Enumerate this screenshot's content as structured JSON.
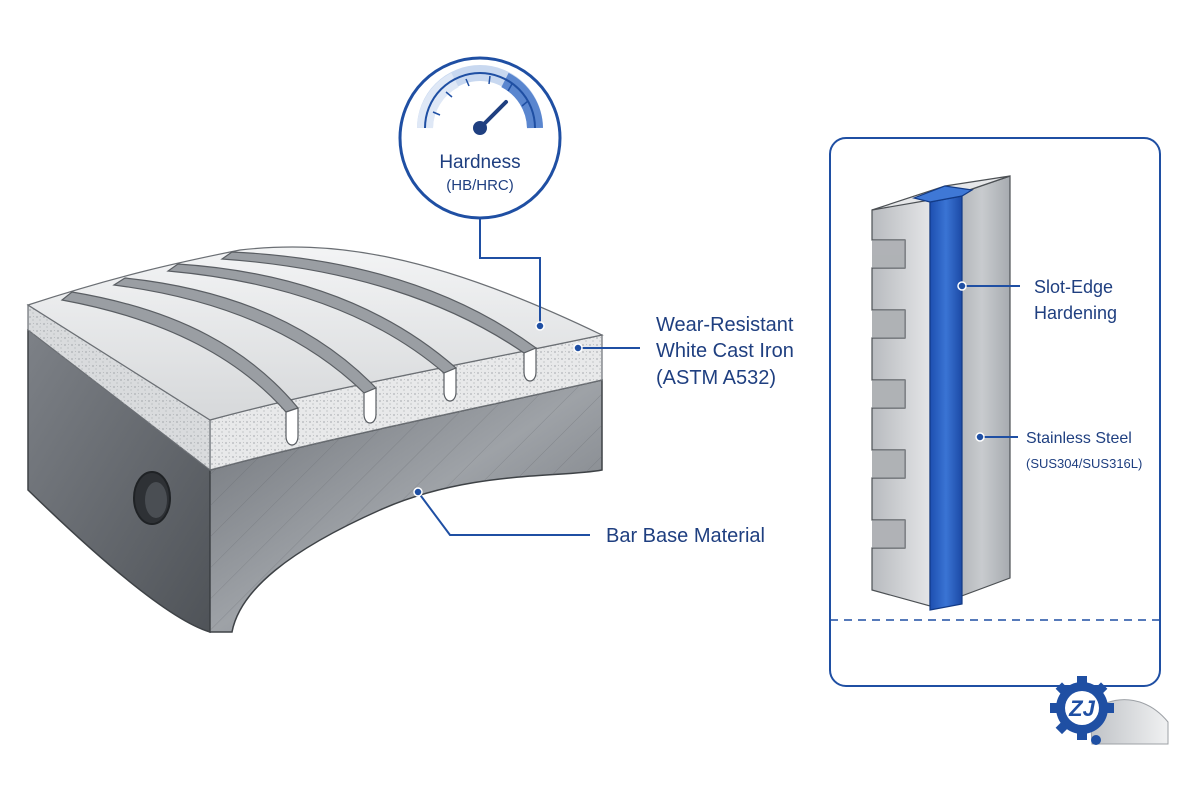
{
  "colors": {
    "accent": "#1f4fa3",
    "accent_light": "#8fb0e0",
    "blue_layer": "#2d62c4",
    "steel_dark": "#5d6066",
    "steel_mid": "#8c9096",
    "steel_light": "#c9ccd0",
    "iron_light": "#e9eaeb"
  },
  "hardness_gauge": {
    "title": "Hardness",
    "unit": "(HB/HRC)",
    "icon": "gauge-icon"
  },
  "labels": {
    "wear_resistant_line1": "Wear-Resistant",
    "wear_resistant_line2": "White Cast Iron",
    "wear_resistant_line3": "(ASTM A532)",
    "bar_base": "Bar Base Material",
    "slot_edge_line1": "Slot-Edge",
    "slot_edge_line2": "Hardening",
    "stainless_line1": "Stainless Steel",
    "stainless_line2": "(SUS304/SUS316L)"
  },
  "logo": {
    "text": "ZJ",
    "icon": "gear-logo-icon"
  }
}
